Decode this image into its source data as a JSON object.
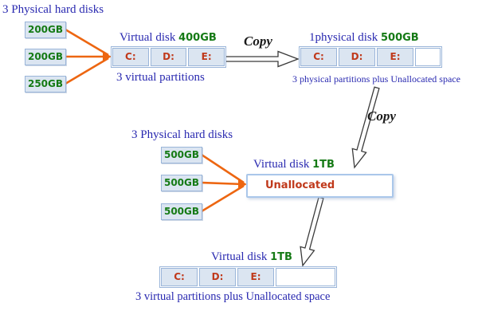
{
  "palette": {
    "blue_text": "#2929b0",
    "green_text": "#157a15",
    "red_text": "#c0391b",
    "orange_line": "#ed6611",
    "box_fill": "#dbe5f1",
    "box_border": "#9ab5d9",
    "unallocated_border": "#aac7ea",
    "arrow_outline": "#3a3a3a"
  },
  "top_source": {
    "title": "3 Physical hard disks",
    "disks": [
      "200GB",
      "200GB",
      "250GB"
    ]
  },
  "virtual_disk_400": {
    "title": "Virtual disk",
    "size": "400GB",
    "partitions": [
      "C:",
      "D:",
      "E:"
    ],
    "caption": "3 virtual partitions"
  },
  "copy_arrow_1": {
    "label": "Copy"
  },
  "physical_disk_500": {
    "title": "1physical disk",
    "size": "500GB",
    "partitions": [
      "C:",
      "D:",
      "E:"
    ],
    "caption": "3 physical partitions plus Unallocated space"
  },
  "copy_arrow_2": {
    "label": "Copy"
  },
  "mid_source": {
    "title": "3 Physical hard disks",
    "disks": [
      "500GB",
      "500GB",
      "500GB"
    ]
  },
  "virtual_disk_1tb": {
    "title": "Virtual disk",
    "size": "1TB",
    "status": "Unallocated"
  },
  "bottom_disk": {
    "title": "Virtual disk",
    "size": "1TB",
    "partitions": [
      "C:",
      "D:",
      "E:"
    ],
    "caption": "3 virtual partitions plus Unallocated space"
  }
}
